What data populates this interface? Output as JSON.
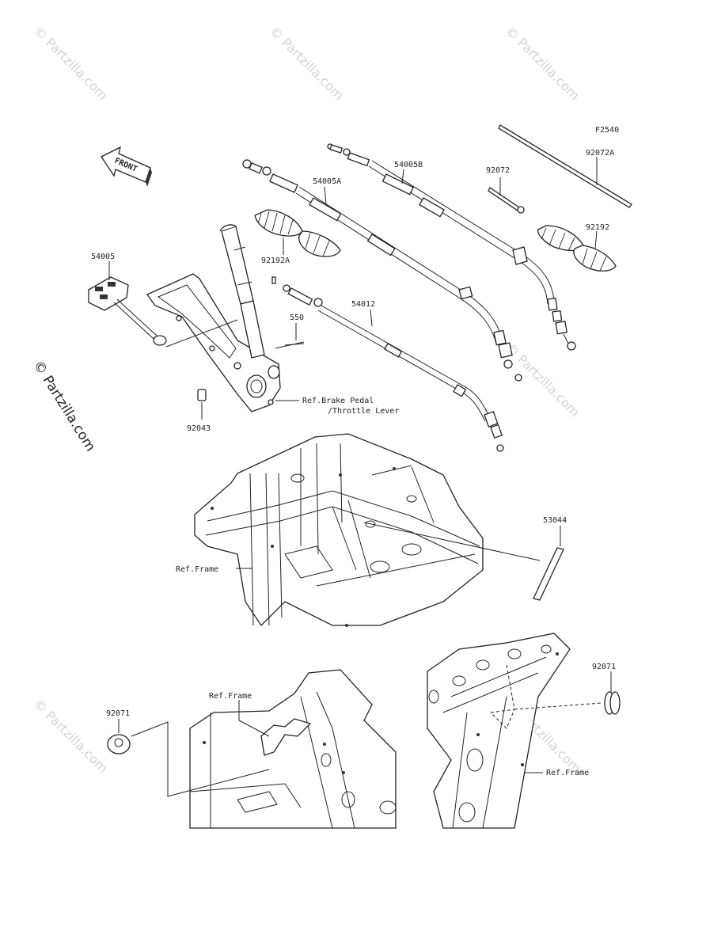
{
  "figure_code": "F2540",
  "watermarks": {
    "text": "© Partzilla.com"
  },
  "direction_arrow": "FRONT",
  "callouts": {
    "p92072A": "92072A",
    "p54005B": "54005B",
    "p92072": "92072",
    "p54005A": "54005A",
    "p92192": "92192",
    "p92192A": "92192A",
    "p54005": "54005",
    "p550": "550",
    "p54012": "54012",
    "p92043": "92043",
    "p53044": "53044",
    "p92071_left": "92071",
    "p92071_right": "92071"
  },
  "references": {
    "brake_pedal": "Ref.Brake Pedal",
    "throttle_lever": "/Throttle Lever",
    "frame_mid": "Ref.Frame",
    "frame_bottom_left": "Ref.Frame",
    "frame_bottom_right": "Ref.Frame"
  }
}
